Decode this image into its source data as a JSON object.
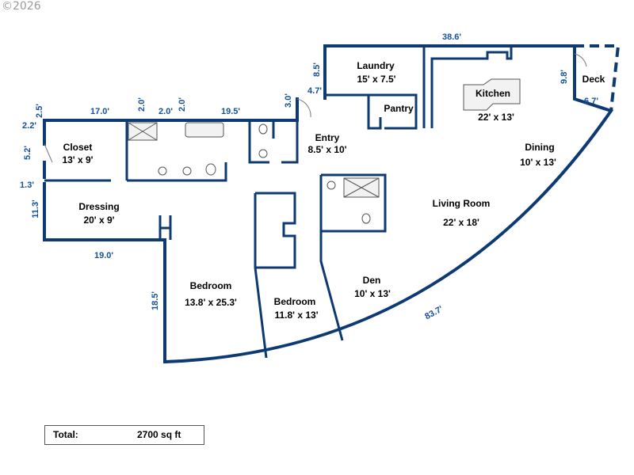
{
  "copyright": "©2026",
  "rooms": {
    "closet": {
      "name": "Closet",
      "size": "13' x 9'"
    },
    "dressing": {
      "name": "Dressing",
      "size": "20' x 9'"
    },
    "bedroom1": {
      "name": "Bedroom",
      "size": "13.8' x 25.3'"
    },
    "bedroom2": {
      "name": "Bedroom",
      "size": "11.8' x 13'"
    },
    "den": {
      "name": "Den",
      "size": "10' x 13'"
    },
    "living": {
      "name": "Living Room",
      "size": "22' x 18'"
    },
    "dining": {
      "name": "Dining",
      "size": "10' x 13'"
    },
    "kitchen": {
      "name": "Kitchen",
      "size": "22' x 13'"
    },
    "entry": {
      "name": "Entry",
      "size": "8.5' x 10'"
    },
    "laundry": {
      "name": "Laundry",
      "size": "15' x 7.5'"
    },
    "pantry": {
      "name": "Pantry"
    },
    "deck": {
      "name": "Deck"
    }
  },
  "dimensions": {
    "d_38_6": "38.6'",
    "d_8_5": "8.5'",
    "d_4_7": "4.7'",
    "d_3_0": "3.0'",
    "d_19_5": "19.5'",
    "d_2_0a": "2.0'",
    "d_2_0b": "2.0'",
    "d_2_0c": "2.0'",
    "d_17_0": "17.0'",
    "d_2_5": "2.5'",
    "d_2_2": "2.2'",
    "d_5_2": "5.2'",
    "d_1_3": "1.3'",
    "d_11_3": "11.3'",
    "d_19_0": "19.0'",
    "d_18_5": "18.5'",
    "d_83_7": "83.7'",
    "d_9_8": "9.8'",
    "d_6_7": "6.7'"
  },
  "total": {
    "label": "Total:",
    "value": "2700 sq ft"
  }
}
